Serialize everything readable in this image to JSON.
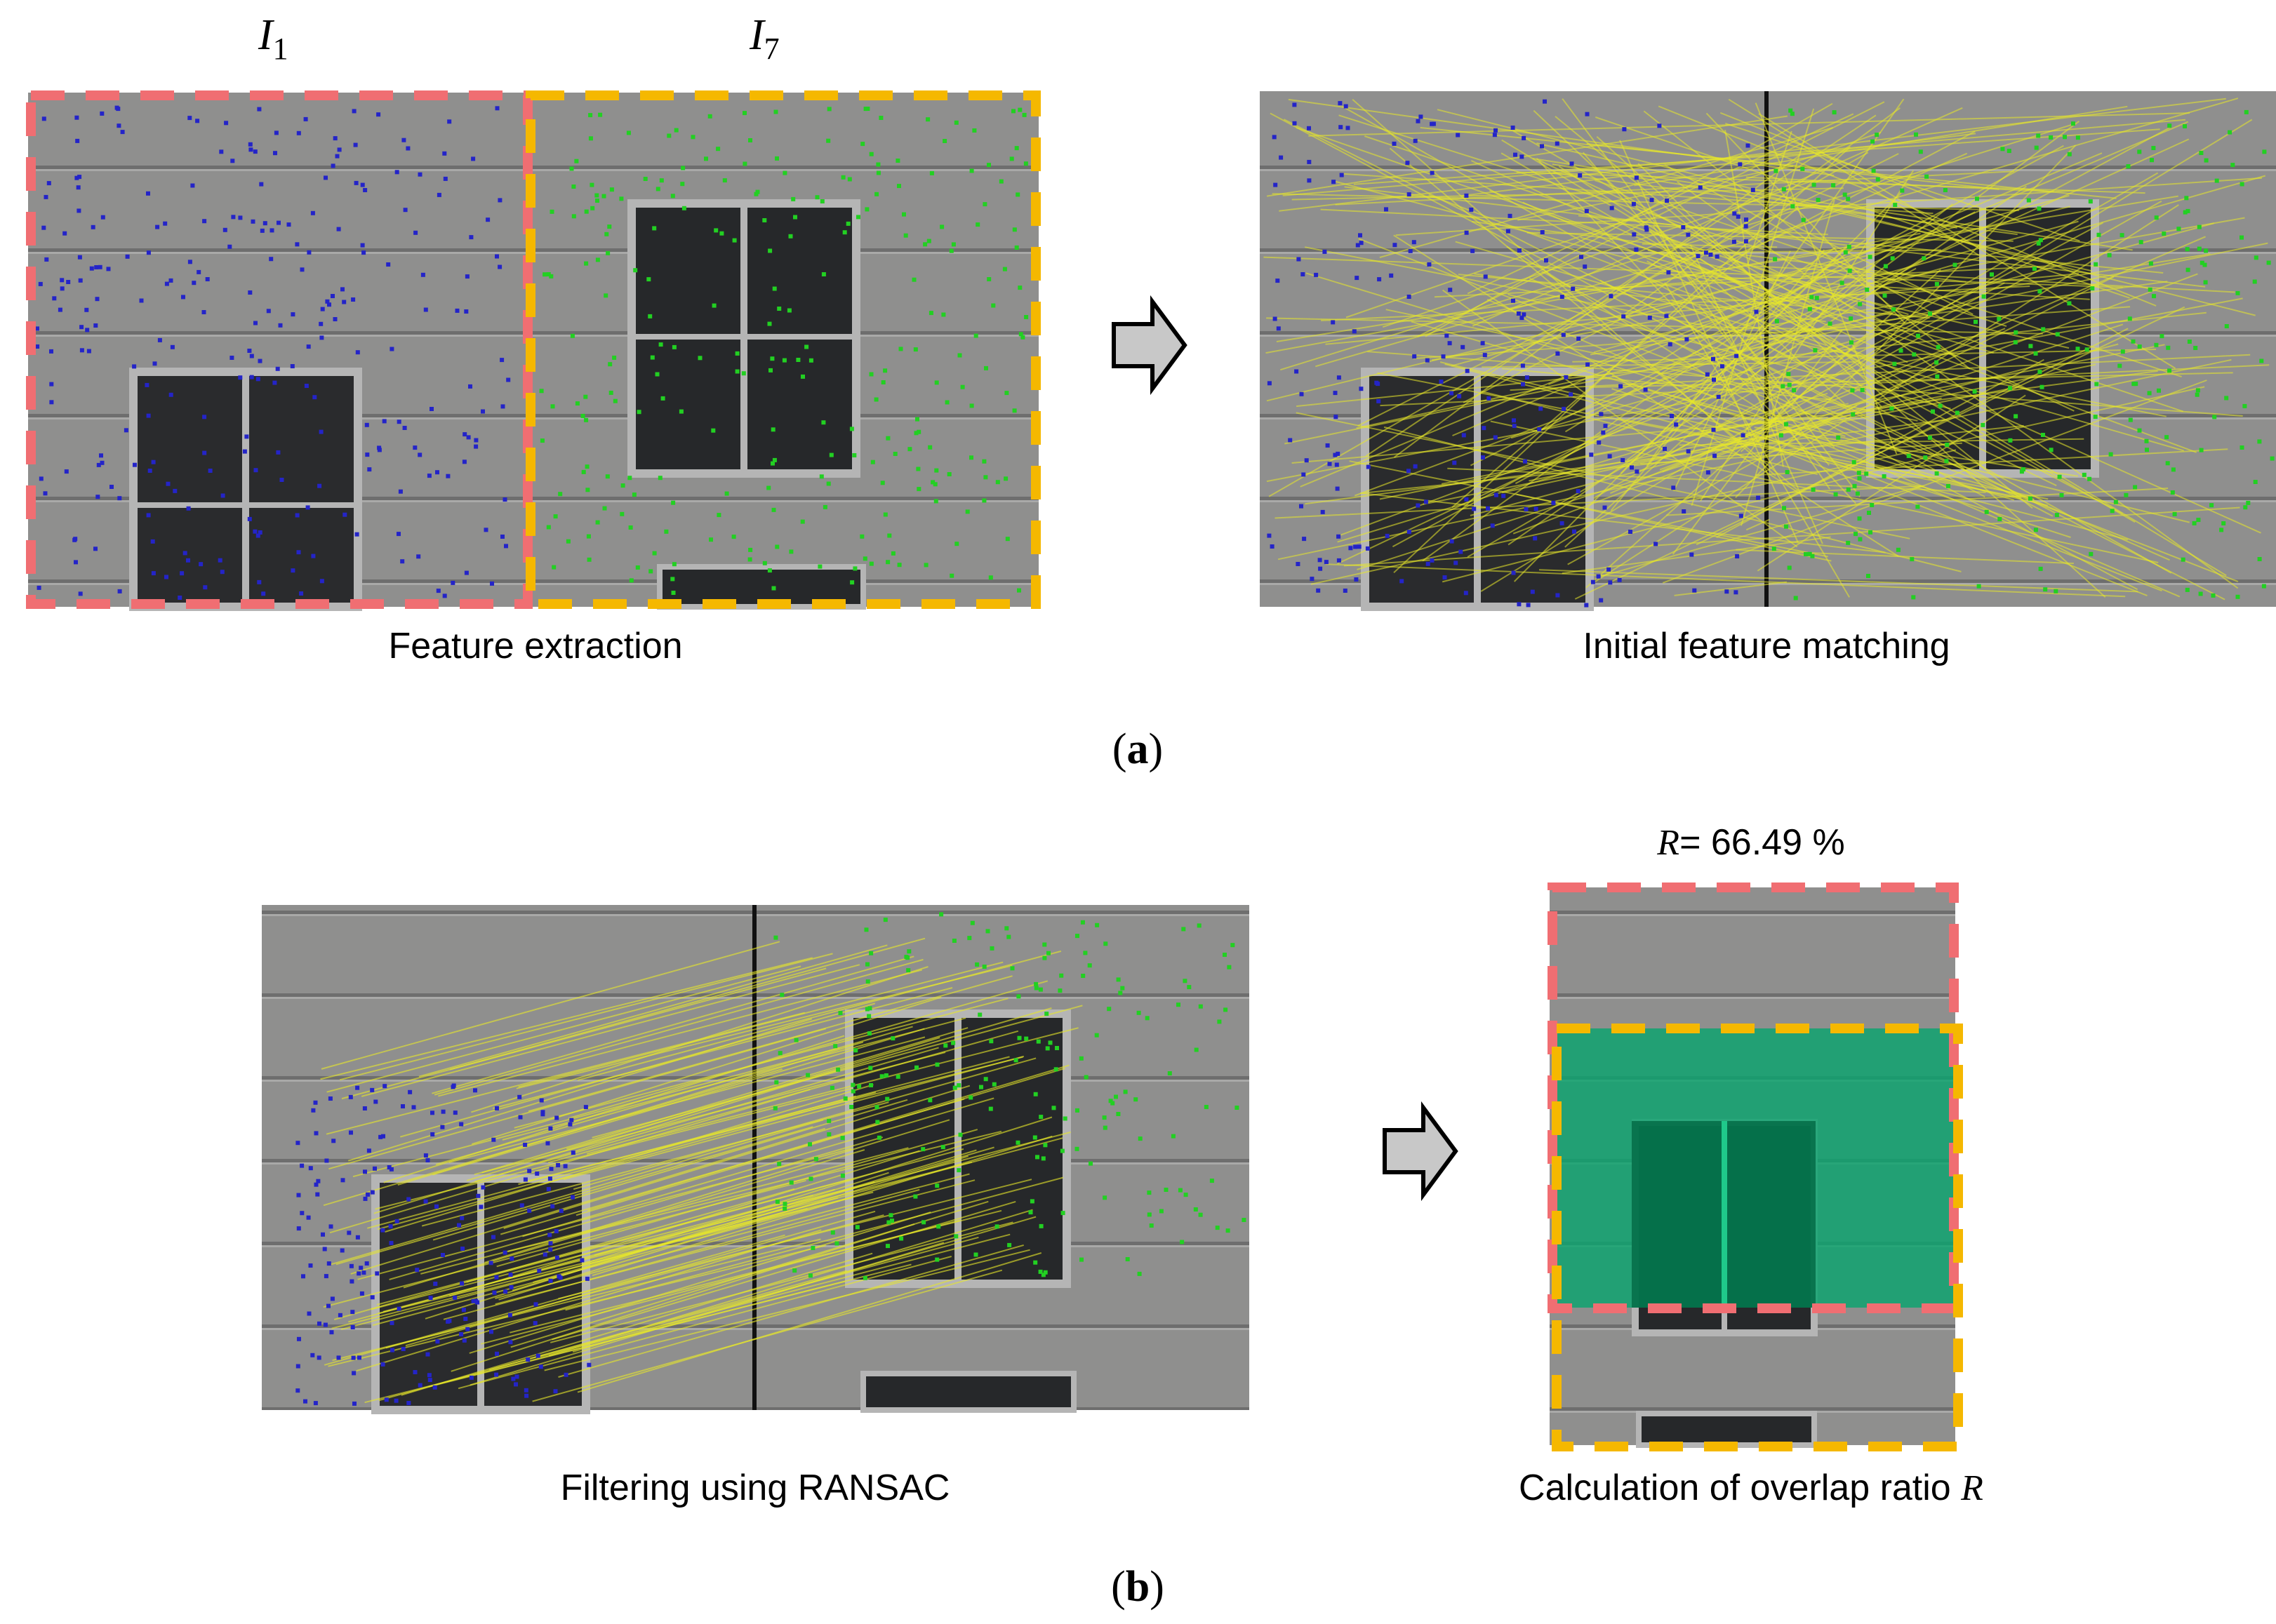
{
  "image_labels": {
    "first": {
      "base": "I",
      "sub": "1"
    },
    "second": {
      "base": "I",
      "sub": "7"
    }
  },
  "captions": {
    "feature_extraction": "Feature extraction",
    "initial_matching": "Initial feature matching",
    "ransac_filtering": "Filtering using RANSAC",
    "overlap_calc": "Calculation of overlap ratio",
    "overlap_calc_symbol": "R"
  },
  "panel_labels": {
    "a": {
      "open": "(",
      "letter": "a",
      "close": ")"
    },
    "b": {
      "open": "(",
      "letter": "b",
      "close": ")"
    }
  },
  "overlap_ratio": {
    "symbol": "R",
    "text": "= 66.49 %",
    "value_percent": 66.49
  },
  "colors": {
    "wall": "#8f8f8e",
    "frame_red": "#f06e72",
    "frame_yellow": "#f5b800",
    "keypoint_blue": "#2424c8",
    "keypoint_green": "#22d022",
    "match_line": "#e8e82a",
    "overlap_fill": "#0aa36e",
    "arrow_fill": "#c8c8c8"
  },
  "icons": {
    "arrow_a": "right-arrow-icon",
    "arrow_b": "right-arrow-icon"
  }
}
